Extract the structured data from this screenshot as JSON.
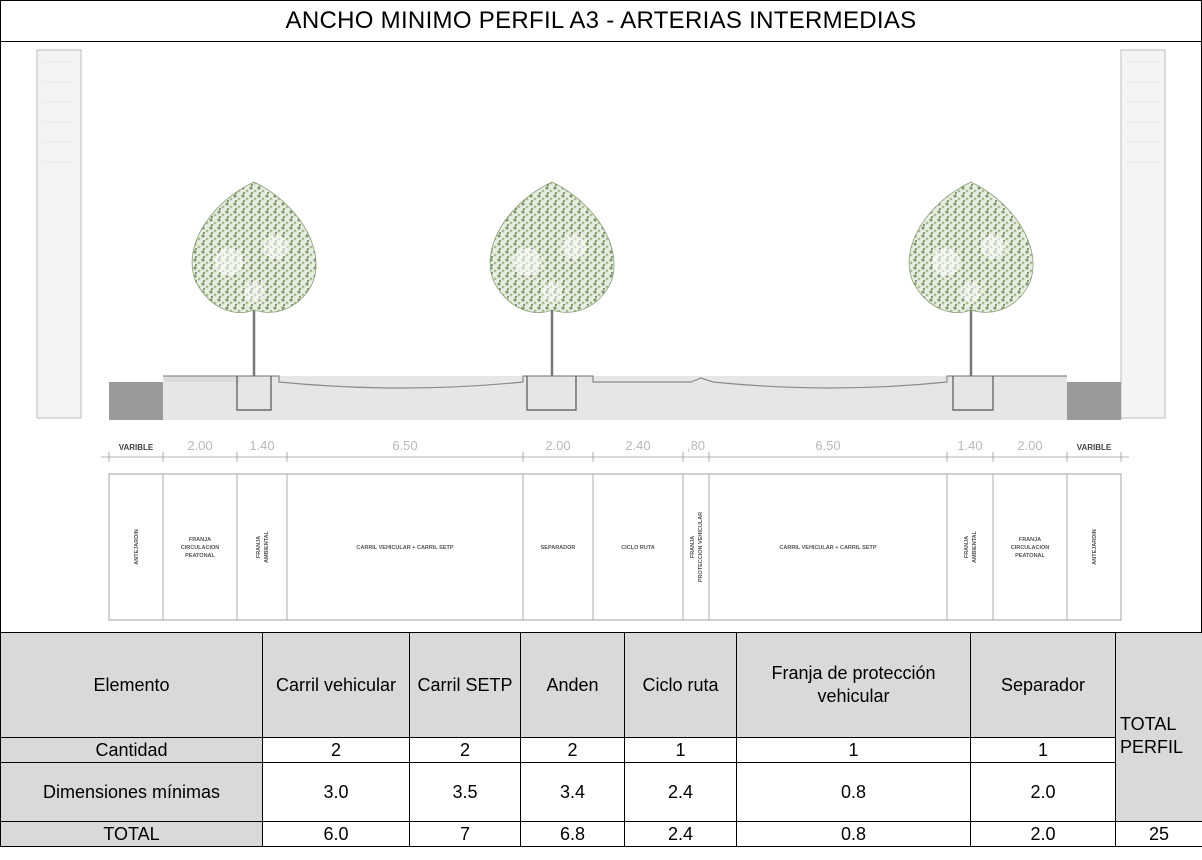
{
  "title": "ANCHO MINIMO PERFIL A3 - ARTERIAS INTERMEDIAS",
  "drawing": {
    "dimensions": [
      "VARIBLE",
      "2.00",
      "1.40",
      "6.50",
      "2.00",
      "2.40",
      ",80",
      "6.50",
      "1.40",
      "2.00",
      "VARIBLE"
    ],
    "zones": [
      {
        "lines": [
          "ANTEJARDIN"
        ],
        "vertical": true
      },
      {
        "lines": [
          "FRANJA",
          "CIRCULACION",
          "PEATONAL"
        ],
        "vertical": false
      },
      {
        "lines": [
          "FRANJA",
          "AMBIENTAL"
        ],
        "vertical": true
      },
      {
        "lines": [
          "CARRIL VEHICULAR + CARRIL SETP"
        ],
        "vertical": false
      },
      {
        "lines": [
          "SEPARADOR"
        ],
        "vertical": false
      },
      {
        "lines": [
          "CICLO RUTA"
        ],
        "vertical": false
      },
      {
        "lines": [
          "FRANJA",
          "PROTECCION VEHICULAR"
        ],
        "vertical": true
      },
      {
        "lines": [
          "CARRIL VEHICULAR + CARRIL SETP"
        ],
        "vertical": false
      },
      {
        "lines": [
          "FRANJA",
          "AMBIENTAL"
        ],
        "vertical": true
      },
      {
        "lines": [
          "FRANJA",
          "CIRCULACION",
          "PEATONAL"
        ],
        "vertical": false
      },
      {
        "lines": [
          "ANTEJARDIN"
        ],
        "vertical": true
      }
    ],
    "colors": {
      "pavement": "#e6e6e6",
      "curb": "#9a9a9a",
      "building": "#f4f4f4",
      "tree_leaf": "#cdd9c2",
      "tree_dark": "#6f8a5c",
      "line": "#888888"
    }
  },
  "table": {
    "header": {
      "elemento": "Elemento",
      "carril_vehicular": "Carril vehicular",
      "carril_setp": "Carril SETP",
      "anden": "Anden",
      "ciclo_ruta": "Ciclo ruta",
      "franja": "Franja de protección vehicular",
      "separador": "Separador",
      "total_perfil": "TOTAL PERFIL"
    },
    "rows": {
      "cantidad": {
        "label": "Cantidad",
        "values": [
          "2",
          "2",
          "2",
          "1",
          "1",
          "1"
        ]
      },
      "dimensiones": {
        "label": "Dimensiones mínimas",
        "values": [
          "3.0",
          "3.5",
          "3.4",
          "2.4",
          "0.8",
          "2.0"
        ]
      },
      "total": {
        "label": "TOTAL",
        "values": [
          "6.0",
          "7",
          "6.8",
          "2.4",
          "0.8",
          "2.0"
        ],
        "grand_total": "25"
      }
    }
  }
}
